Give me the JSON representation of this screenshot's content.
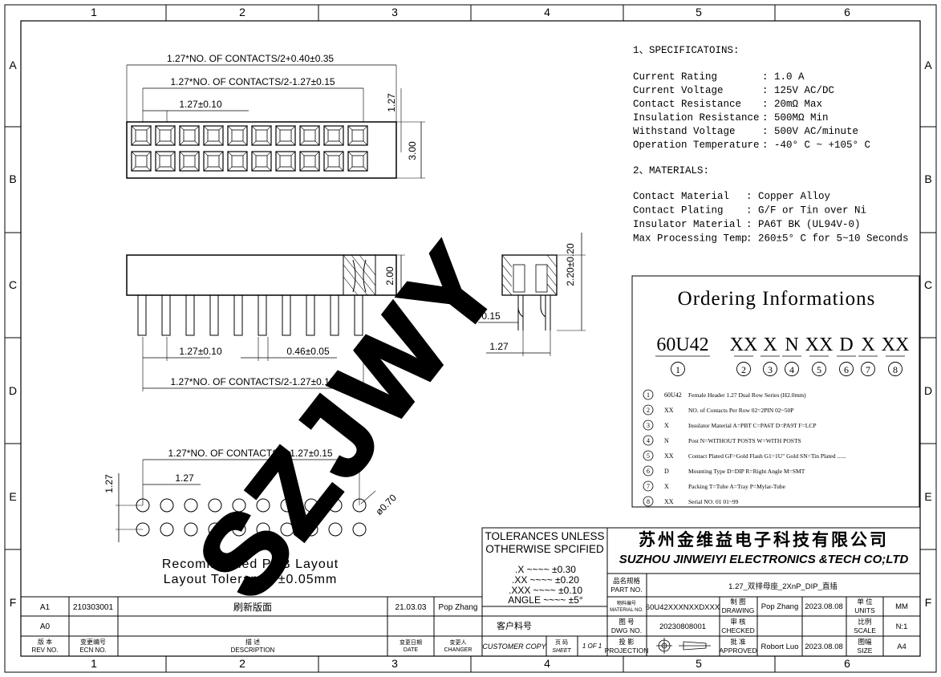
{
  "grid": {
    "cols": [
      "1",
      "2",
      "3",
      "4",
      "5",
      "6"
    ],
    "rows": [
      "A",
      "B",
      "C",
      "D",
      "E",
      "F"
    ]
  },
  "dimensions": {
    "top_overall": "1.27*NO. OF CONTACTS/2+0.40±0.35",
    "top_span": "1.27*NO. OF CONTACTS/2-1.27±0.15",
    "top_pitch": "1.27±0.10",
    "top_row_pitch": "1.27",
    "top_width": "3.00",
    "side_height": "2.00",
    "side_pitch": "1.27±0.10",
    "side_pin": "0.46±0.05",
    "side_span": "1.27*NO. OF CONTACTS/2-1.27±0.15",
    "sect_height": "2.20±0.20",
    "sect_a": "0.15",
    "sect_b": "1.27",
    "pcb_span": "1.27*NO. OF CONTACTS/2-1.27±0.15",
    "pcb_row": "1.27",
    "pcb_pitch": "1.27",
    "pcb_hole": "ø0.70"
  },
  "pcb": {
    "title": "Recommended PCB Layout",
    "tolerance": "Layout Tolerance ±0.05mm"
  },
  "watermark": "SZJWY",
  "specs": {
    "heading": "1、SPECIFICATOINS:",
    "rows": [
      {
        "k": "Current  Rating",
        "v": ": 1.0 A"
      },
      {
        "k": "Current  Voltage",
        "v": ": 125V AC/DC"
      },
      {
        "k": "Contact   Resistance",
        "v": ": 20mΩ  Max"
      },
      {
        "k": "Insulation Resistance",
        "v": ": 500MΩ Min"
      },
      {
        "k": "Withstand   Voltage",
        "v": ": 500V AC/minute"
      },
      {
        "k": "Operation  Temperature",
        "v": ": -40° C ~ +105° C"
      }
    ]
  },
  "materials": {
    "heading": "2、MATERIALS:",
    "rows": [
      {
        "k": "Contact  Material",
        "v": ": Copper Alloy"
      },
      {
        "k": "Contact  Plating",
        "v": ": G/F or Tin over Ni"
      },
      {
        "k": "Insulator Material",
        "v": ": PA6T  BK (UL94V-0)"
      },
      {
        "k": "Max Processing Temp",
        "v": ": 260±5° C for 5~10 Seconds"
      }
    ]
  },
  "ordering": {
    "title": "Ordering Informations",
    "codes": [
      "60U42",
      "XX",
      "X",
      "N",
      "XX",
      "D",
      "X",
      "XX"
    ],
    "nums": [
      "1",
      "2",
      "3",
      "4",
      "5",
      "6",
      "7",
      "8"
    ],
    "items": [
      {
        "n": "1",
        "c": "60U42",
        "d": "Female Header 1.27  Dual Row Series  (H2.0mm)"
      },
      {
        "n": "2",
        "c": "XX",
        "d": "NO. of Contacts  Per Row     02=2PIN   02~50P"
      },
      {
        "n": "3",
        "c": "X",
        "d": "Insulator Material   A=PBT  C=PA6T  D=PA9T  F=LCP"
      },
      {
        "n": "4",
        "c": "N",
        "d": "Post          N=WITHOUT POSTS     W=WITH POSTS"
      },
      {
        "n": "5",
        "c": "XX",
        "d": "Contact Plated   GF=Gold Flash  G1=1U\" Gold   SN=Tin Plated ......"
      },
      {
        "n": "6",
        "c": "D",
        "d": "Mounting Type       D=DIP   R=Right Angle  M=SMT"
      },
      {
        "n": "7",
        "c": "X",
        "d": "Packing             T=Tube   A=Tray   P=Mylar-Tube"
      },
      {
        "n": "8",
        "c": "XX",
        "d": "Serial NO.              01    01~99"
      }
    ]
  },
  "tolerances": {
    "title1": "TOLERANCES UNLESS",
    "title2": "OTHERWISE SPCIFIED",
    "rows": [
      ".X ~~~~ ±0.30",
      ".XX ~~~~ ±0.20",
      ".XXX ~~~~ ±0.10",
      "ANGLE ~~~~ ±5°"
    ]
  },
  "company": {
    "cn": "苏州金维益电子科技有限公司",
    "en": "SUZHOU JINWEIYI ELECTRONICS &TECH CO;LTD"
  },
  "title_block": {
    "name_label": "品名规格",
    "name_label_en": "PART NO.",
    "name_value": "1.27_双排母座_2XnP_DIP_直插",
    "material_label": "物料编号",
    "material_label_en": "MATERIAL NO.",
    "material_value": "60U42XXXNXXDXXX",
    "drawing_label": "制 图",
    "drawing_label_en": "DRAWING",
    "drawing_name": "Pop Zhang",
    "drawing_date": "2023.08.08",
    "units_label": "单 位",
    "units_label_en": "UNITS",
    "units_value": "MM",
    "dwg_label": "图 号",
    "dwg_label_en": "DWG NO.",
    "dwg_value": "20230808001",
    "checked_label": "审 核",
    "checked_label_en": "CHECKED",
    "scale_label": "比例",
    "scale_label_en": "SCALE",
    "scale_value": "N:1",
    "customer_label": "客户料号",
    "customer_copy": "CUSTOMER  COPY",
    "sheet_label": "页 码",
    "sheet_label_en": "SHEET",
    "sheet_value": "1 OF 1",
    "projection_label": "投 影",
    "projection_label_en": "PROJECTION",
    "approved_label": "批 准",
    "approved_label_en": "APPROVED",
    "approved_name": "Robort Luo",
    "approved_date": "2023.08.08",
    "size_label": "图幅",
    "size_label_en": "SIZE",
    "size_value": "A4"
  },
  "revisions": {
    "rows": [
      {
        "rev": "A1",
        "ecn": "210303001",
        "desc": "刷新版面",
        "date": "21.03.03",
        "changer": "Pop Zhang"
      },
      {
        "rev": "A0",
        "ecn": "",
        "desc": "",
        "date": "",
        "changer": ""
      }
    ],
    "headers": {
      "rev": "版 本",
      "rev_en": "REV NO.",
      "ecn": "变更编号",
      "ecn_en": "ECN  NO.",
      "desc": "描 述",
      "desc_en": "DESCRIPTION",
      "date": "变更日期",
      "date_en": "DATE",
      "changer": "变更人",
      "changer_en": "CHANGER"
    }
  }
}
